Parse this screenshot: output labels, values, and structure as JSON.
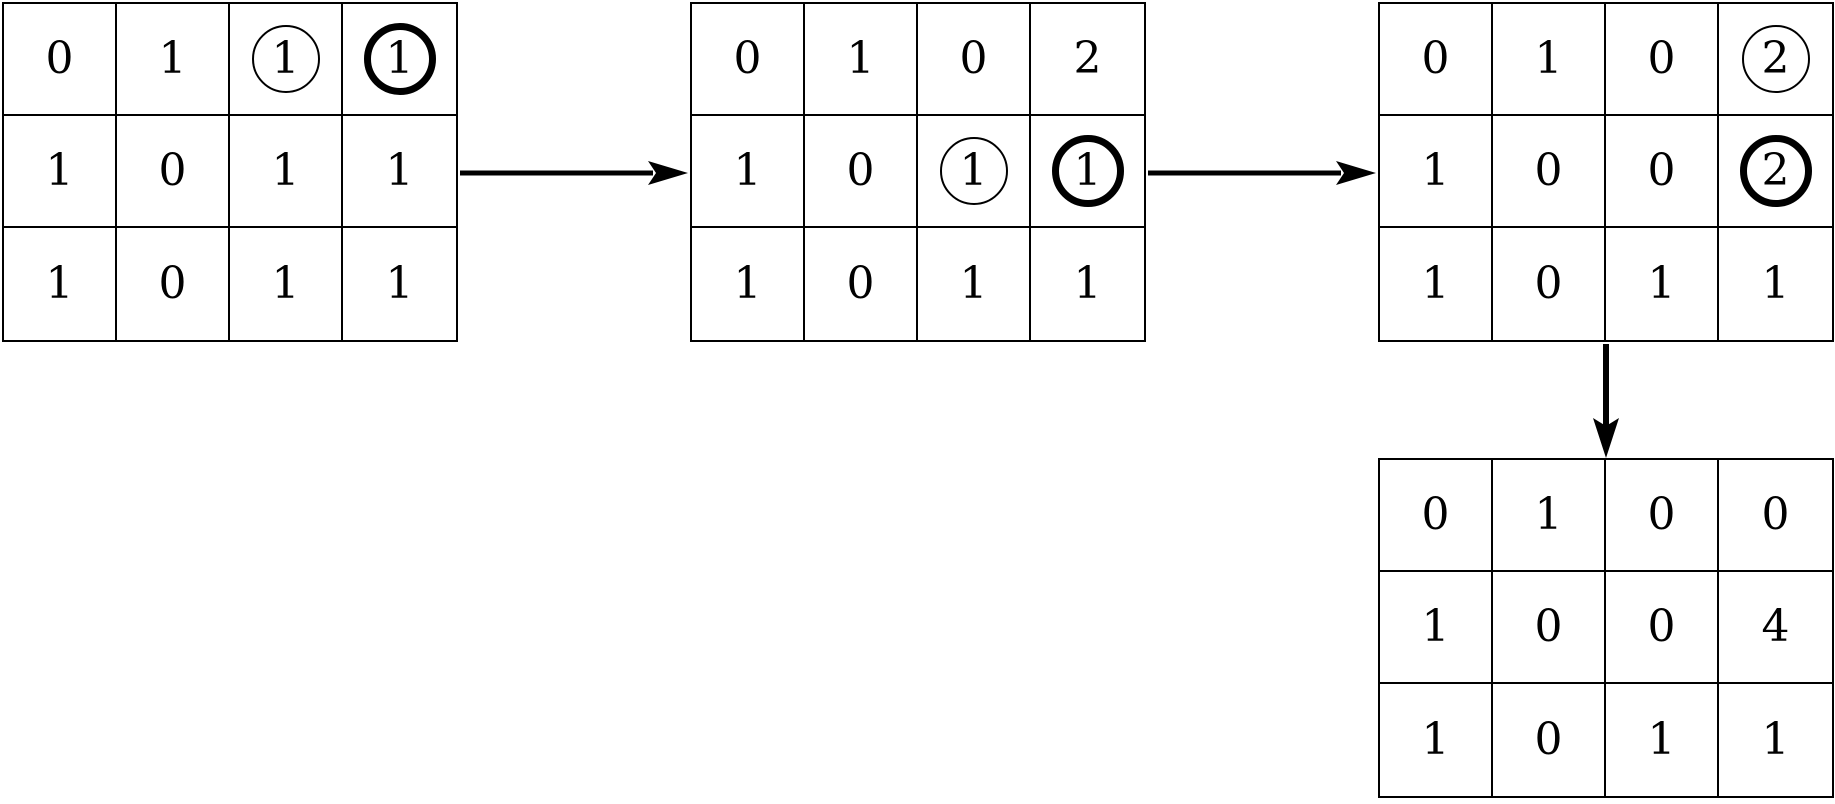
{
  "canvas": {
    "background_color": "#ffffff",
    "line_color": "#000000",
    "description_rows": 3,
    "description_cols": 4
  },
  "grids": [
    {
      "id": "g1",
      "name": "matrix-grid-1",
      "rows": [
        [
          "0",
          "1",
          "1",
          "1"
        ],
        [
          "1",
          "0",
          "1",
          "1"
        ],
        [
          "1",
          "0",
          "1",
          "1"
        ]
      ],
      "circles": [
        {
          "row": 0,
          "col": 2,
          "style": "thin"
        },
        {
          "row": 0,
          "col": 3,
          "style": "bold"
        }
      ]
    },
    {
      "id": "g2",
      "name": "matrix-grid-2",
      "rows": [
        [
          "0",
          "1",
          "0",
          "2"
        ],
        [
          "1",
          "0",
          "1",
          "1"
        ],
        [
          "1",
          "0",
          "1",
          "1"
        ]
      ],
      "circles": [
        {
          "row": 1,
          "col": 2,
          "style": "thin"
        },
        {
          "row": 1,
          "col": 3,
          "style": "bold"
        }
      ]
    },
    {
      "id": "g3",
      "name": "matrix-grid-3",
      "rows": [
        [
          "0",
          "1",
          "0",
          "2"
        ],
        [
          "1",
          "0",
          "0",
          "2"
        ],
        [
          "1",
          "0",
          "1",
          "1"
        ]
      ],
      "circles": [
        {
          "row": 0,
          "col": 3,
          "style": "thin"
        },
        {
          "row": 1,
          "col": 3,
          "style": "bold"
        }
      ]
    },
    {
      "id": "g4",
      "name": "matrix-grid-4",
      "rows": [
        [
          "0",
          "1",
          "0",
          "0"
        ],
        [
          "1",
          "0",
          "0",
          "4"
        ],
        [
          "1",
          "0",
          "1",
          "1"
        ]
      ],
      "circles": []
    }
  ],
  "arrows": [
    {
      "id": "arrow1",
      "direction": "right"
    },
    {
      "id": "arrow2",
      "direction": "right"
    },
    {
      "id": "arrow3",
      "direction": "down"
    }
  ]
}
